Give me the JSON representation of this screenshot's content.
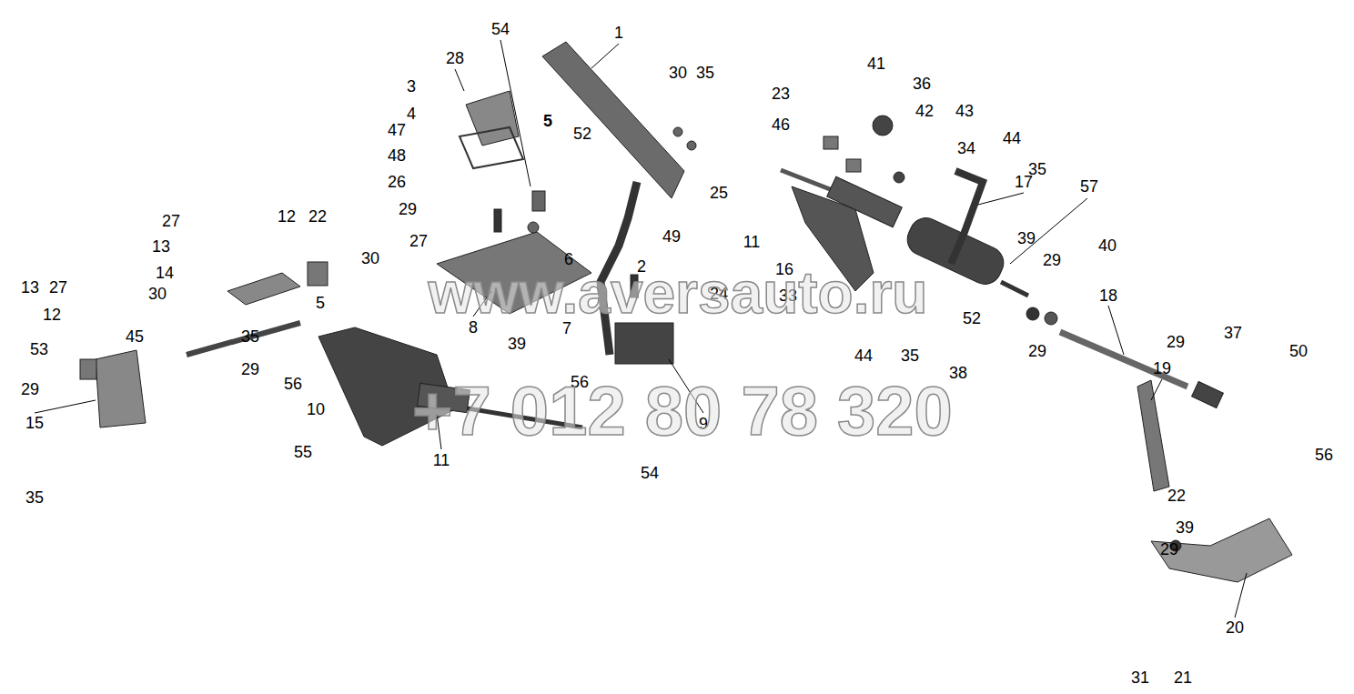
{
  "diagram": {
    "labels": [
      "1",
      "54",
      "30",
      "35",
      "28",
      "3",
      "5",
      "52",
      "4",
      "47",
      "48",
      "26",
      "25",
      "41",
      "36",
      "42",
      "43",
      "23",
      "46",
      "44",
      "35",
      "34",
      "17",
      "57",
      "11",
      "16",
      "39",
      "29",
      "40",
      "18",
      "33",
      "52",
      "44",
      "35",
      "38",
      "29",
      "29",
      "37",
      "50",
      "56",
      "27",
      "12",
      "22",
      "27",
      "29",
      "30",
      "49",
      "6",
      "24",
      "2",
      "13",
      "14",
      "30",
      "5",
      "35",
      "29",
      "45",
      "13",
      "27",
      "12",
      "53",
      "29",
      "15",
      "35",
      "56",
      "10",
      "55",
      "11",
      "8",
      "39",
      "7",
      "56",
      "54",
      "9",
      "19",
      "22",
      "39",
      "29",
      "20",
      "31",
      "21",
      "www.aversauto.ru",
      "+7 012 80 78 320"
    ]
  }
}
